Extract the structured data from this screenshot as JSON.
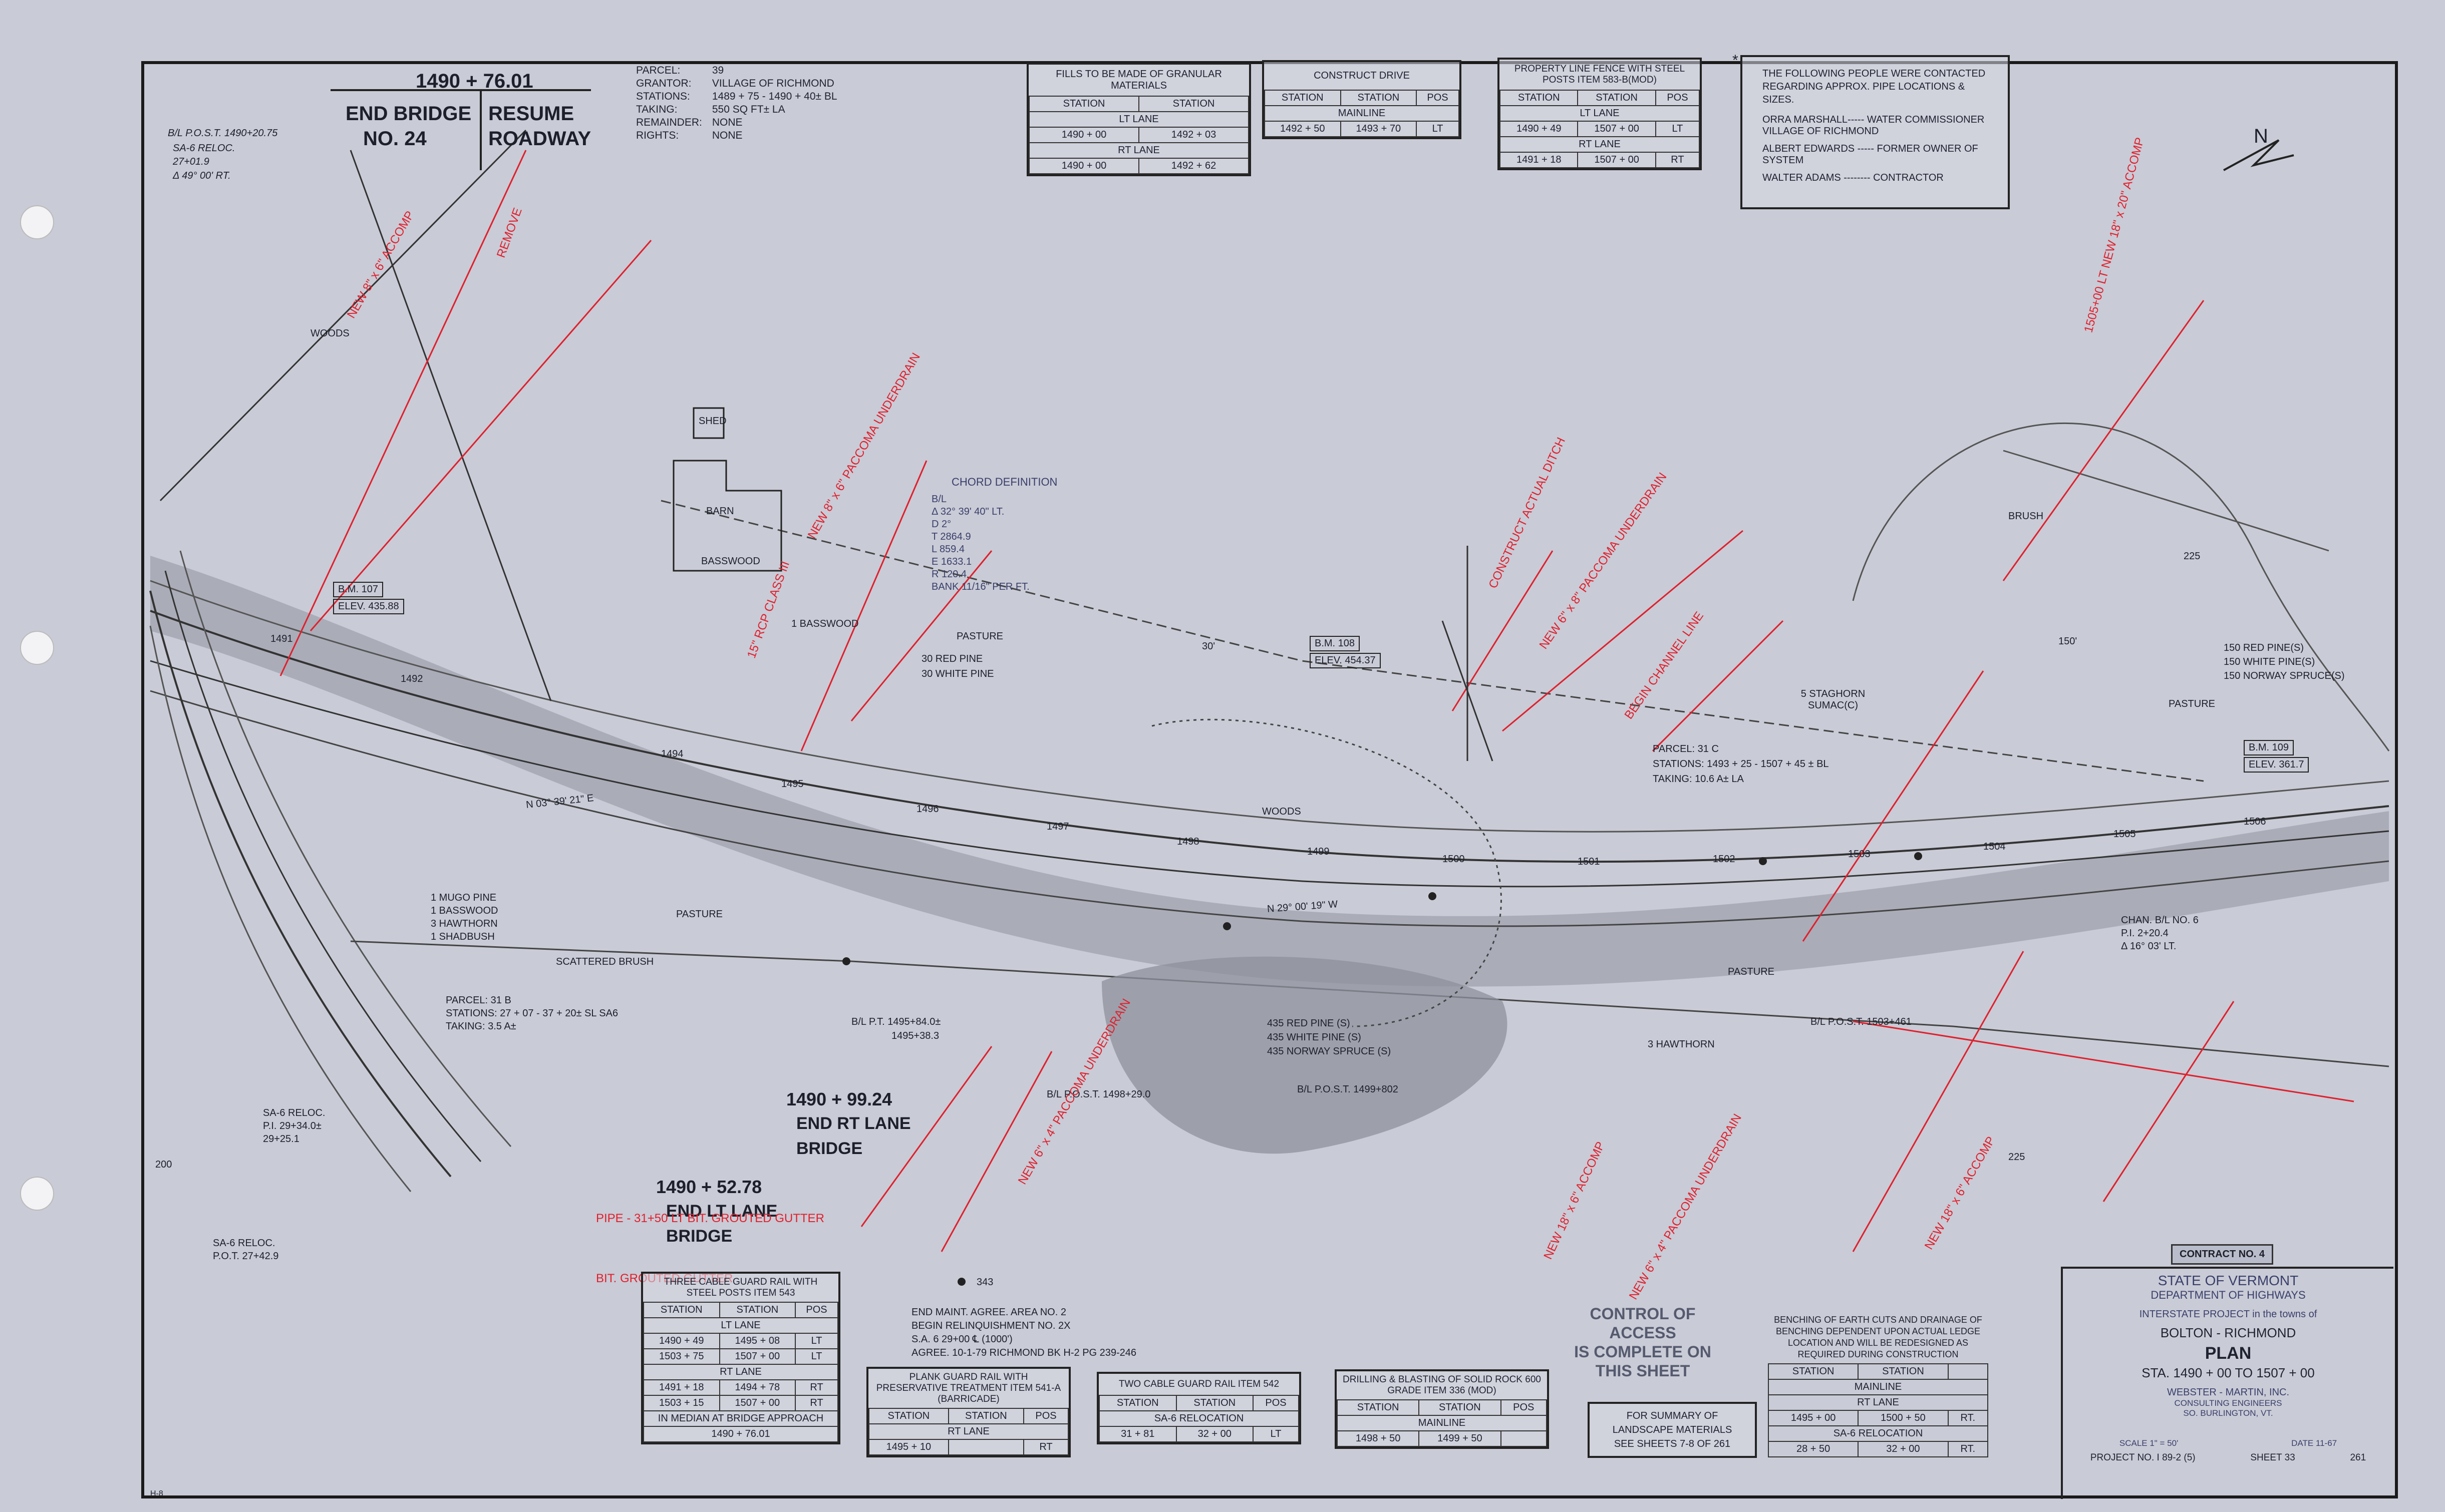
{
  "colors": {
    "paper": "#c9cbd6",
    "ink": "#1d1f2a",
    "redline": "#e0202c",
    "road": "#9fa2ad"
  },
  "title_left": {
    "station": "1490 + 76.01",
    "end_bridge": "END BRIDGE",
    "no": "NO. 24",
    "resume": "RESUME",
    "roadway": "ROADWAY"
  },
  "parcel_info_top": {
    "labels": [
      "PARCEL:",
      "GRANTOR:",
      "STATIONS:",
      "TAKING:",
      "REMAINDER:",
      "RIGHTS:"
    ],
    "values": [
      "39",
      "VILLAGE OF RICHMOND",
      "1489 + 75 - 1490 + 40± BL",
      "550 SQ FT± LA",
      "NONE",
      "NONE"
    ]
  },
  "fills_box": {
    "title": "FILLS TO BE MADE OF GRANULAR MATERIALS",
    "headers": [
      "STATION",
      "STATION"
    ],
    "lt_lane": "LT LANE",
    "lt_row": [
      "1490 + 00",
      "1492 + 03"
    ],
    "rt_lane": "RT LANE",
    "rt_row": [
      "1490 + 00",
      "1492 + 62"
    ]
  },
  "construct_drive": {
    "title": "CONSTRUCT DRIVE",
    "headers": [
      "STATION",
      "STATION",
      "POS"
    ],
    "mainline": "MAINLINE",
    "row": [
      "1492 + 50",
      "1493 + 70",
      "LT"
    ]
  },
  "fence_box": {
    "title": "PROPERTY LINE FENCE WITH STEEL POSTS ITEM 583-B(MOD)",
    "headers": [
      "STATION",
      "STATION",
      "POS"
    ],
    "lt_lane": "LT LANE",
    "lt_row": [
      "1490 + 49",
      "1507 + 00",
      "LT"
    ],
    "rt_lane": "RT LANE",
    "rt_row": [
      "1491 + 18",
      "1507 + 00",
      "RT"
    ]
  },
  "contacts": {
    "star": "*",
    "intro": "THE FOLLOWING PEOPLE WERE CONTACTED REGARDING APPROX. PIPE LOCATIONS & SIZES.",
    "lines": [
      "ORRA MARSHALL----- WATER COMMISSIONER VILLAGE OF RICHMOND",
      "ALBERT EDWARDS ----- FORMER OWNER OF SYSTEM",
      "WALTER ADAMS -------- CONTRACTOR"
    ]
  },
  "map_labels": {
    "bl_post": "B/L P.O.S.T. 1490+20.75",
    "sa6_reloc": "SA-6 RELOC.",
    "sa6_val": "27+01.9",
    "delta": "Δ 49° 00' RT.",
    "woods": "WOODS",
    "shed": "SHED",
    "barn": "BARN",
    "basswood": "1 BASSWOOD",
    "basswood2": "BASSWOOD",
    "pasture": "PASTURE",
    "red_pine": "30 RED PINE",
    "white_pine": "30 WHITE PINE",
    "bm107": "B.M. 107",
    "elev107": "ELEV. 435.88",
    "bm108": "B.M. 108",
    "elev108": "ELEV. 454.37",
    "bm109": "B.M. 109",
    "elev109": "ELEV. 361.7",
    "staghorn": "5 STAGHORN SUMAC(C)",
    "parcel31c": "PARCEL: 31 C",
    "stations31c": "STATIONS: 1493 + 25 - 1507 + 45 ± BL",
    "taking31c": "TAKING: 10.6 A± LA",
    "pines_right": [
      "150 RED PINE(S)",
      "150 WHITE PINE(S)",
      "150 NORWAY SPRUCE(S)"
    ],
    "chord_title": "CHORD DEFINITION",
    "chord_lines": [
      "B/L",
      "Δ 32° 39' 40\" LT.",
      "D 2°",
      "T 2864.9",
      "L 859.4",
      "E 1633.1",
      "R 120.4",
      "BANK 11/16\" PER FT."
    ],
    "bearing1": "N 29° 00' 19\" W",
    "bearing2": "N 03° 39' 21\" E",
    "brush": "BRUSH",
    "scattered_brush": "SCATTERED BRUSH",
    "muso": [
      "1 MUGO PINE",
      "1 BASSWOOD",
      "3 HAWTHORN",
      "1 SHADBUSH"
    ],
    "parcel31b": "PARCEL: 31 B",
    "stations31b": "STATIONS: 27 + 07 - 37 + 20± SL SA6",
    "taking31b": "TAKING: 3.5 A±",
    "pines_mid": [
      "435 RED PINE (S)",
      "435 WHITE PINE (S)",
      "435 NORWAY SPRUCE (S)"
    ],
    "hawthorn3": "3 HAWTHORN",
    "bl_pt": "B/L P.T. 1495+84.0±",
    "bl_pt2": "1495+38.3",
    "bl_post1498": "B/L P.O.S.T. 1498+29.0",
    "bl_post1499": "B/L P.O.S.T. 1499+802",
    "bl_post1503": "B/L P.O.S.T. 1503+461",
    "chan_bl": "CHAN. B/L NO. 6",
    "chan_pi": "P.I. 2+20.4",
    "chan_delta": "Δ 16° 03' LT.",
    "end_rt_station": "1490 + 99.24",
    "end_rt_1": "END RT LANE",
    "end_rt_2": "BRIDGE",
    "end_lt_station": "1490 + 52.78",
    "end_lt_1": "END LT LANE",
    "end_lt_2": "BRIDGE",
    "sa6_reloc_pi": "SA-6 RELOC.",
    "sa6_pi": "P.I. 29+34.0±",
    "sa6_pi2": "29+25.1",
    "sa6_pot": "SA-6 RELOC.",
    "sa6_pot2": "P.O.T. 27+42.9",
    "end_maint": "END MAINT. AGREE. AREA NO. 2",
    "begin_relinq": "BEGIN RELINQUISHMENT NO. 2X",
    "sa6_agree": "S.A. 6 29+00 ℄ (1000')",
    "agree_date": "AGREE. 10-1-79 RICHMOND BK H-2 PG 239-246",
    "point343": "343",
    "north": "N",
    "stations": [
      "1491",
      "1492",
      "1494",
      "1495",
      "1496",
      "1497",
      "1498",
      "1499",
      "1500",
      "1501",
      "1502",
      "1503",
      "1504",
      "1505",
      "1506"
    ],
    "contour_225a": "225",
    "contour_225b": "225",
    "contour_200": "200",
    "contour_30": "30'",
    "cable_mark": "150'"
  },
  "guardrail_three": {
    "title": "THREE CABLE GUARD RAIL WITH STEEL POSTS ITEM 543",
    "headers": [
      "STATION",
      "STATION",
      "POS"
    ],
    "lt_lane": "LT LANE",
    "lt_rows": [
      [
        "1490 + 49",
        "1495 + 08",
        "LT"
      ],
      [
        "1503 + 75",
        "1507 + 00",
        "LT"
      ]
    ],
    "rt_lane": "RT LANE",
    "rt_rows": [
      [
        "1491 + 18",
        "1494 + 78",
        "RT"
      ],
      [
        "1503 + 15",
        "1507 + 00",
        "RT"
      ]
    ],
    "median": "IN MEDIAN AT BRIDGE APPROACH",
    "median_val": "1490 + 76.01"
  },
  "plank_guardrail": {
    "title": "PLANK GUARD RAIL WITH PRESERVATIVE TREATMENT ITEM 541-A (BARRICADE)",
    "headers": [
      "STATION",
      "STATION",
      "POS"
    ],
    "rt_lane": "RT LANE",
    "row": [
      "1495 + 10",
      "",
      "RT"
    ]
  },
  "two_cable": {
    "title": "TWO CABLE GUARD RAIL ITEM 542",
    "headers": [
      "STATION",
      "STATION",
      "POS"
    ],
    "sub": "SA-6 RELOCATION",
    "row": [
      "31 + 81",
      "32 + 00",
      "LT"
    ]
  },
  "drilling": {
    "title": "DRILLING & BLASTING OF SOLID ROCK 600 GRADE ITEM 336 (MOD)",
    "headers": [
      "STATION",
      "STATION",
      "POS"
    ],
    "sub": "MAINLINE",
    "row": [
      "1498 + 50",
      "1499 + 50",
      ""
    ]
  },
  "control_access": [
    "CONTROL OF ACCESS",
    "IS COMPLETE ON",
    "THIS SHEET"
  ],
  "summary": [
    "FOR SUMMARY OF",
    "LANDSCAPE MATERIALS",
    "SEE SHEETS 7-8 OF 261"
  ],
  "benching": {
    "note": "BENCHING OF EARTH CUTS AND DRAINAGE OF BENCHING DEPENDENT UPON ACTUAL LEDGE LOCATION AND WILL BE REDESIGNED AS REQUIRED DURING CONSTRUCTION",
    "headers": [
      "STATION",
      "STATION",
      ""
    ],
    "mainline": "MAINLINE",
    "rt_lane": "RT LANE",
    "row1": [
      "1495 + 00",
      "1500 + 50",
      "RT."
    ],
    "sa6": "SA-6 RELOCATION",
    "row2": [
      "28 + 50",
      "32 + 00",
      "RT."
    ]
  },
  "title_block": {
    "contract": "CONTRACT NO. 4",
    "state": "STATE OF VERMONT",
    "dept": "DEPARTMENT OF HIGHWAYS",
    "project": "INTERSTATE PROJECT in the towns of",
    "towns": "BOLTON - RICHMOND",
    "plan": "PLAN",
    "sta": "STA. 1490 + 00 TO 1507 + 00",
    "firm": "WEBSTER - MARTIN, INC.",
    "firm2": "CONSULTING ENGINEERS",
    "firm3": "SO. BURLINGTON, VT.",
    "project_no": "PROJECT NO. I 89-2 (5)",
    "sheet": "SHEET 33",
    "of": "261",
    "scale": "SCALE 1\" = 50'",
    "date": "DATE 11-67"
  },
  "red_annotations": [
    "NEW 8\" x 6\" ACCOMP",
    "REMOVE",
    "NEW 8\" x 6\" PACCOMA UNDERDRAIN",
    "NEW 6\" x 8\" PACCOMA UNDERDRAIN",
    "CONSTRUCT ACTUAL DITCH",
    "BEGIN CHANNEL LINE",
    "NEW 18\" x 6\" ACCOMP",
    "15\" RCP CLASS III",
    "NEW 6\" x 4\" PACCOMA UNDERDRAIN",
    "NEW 18\" x 6\" ACCOMP",
    "PIPE - 31+50 LT BIT. GROUTED GUTTER",
    "BIT. GROUTED GUTTER",
    "NEW 6\" x 4\" PACCOMA UNDERDRAIN",
    "1505+00 LT NEW 18\" x 20\" ACCOMP"
  ],
  "footer_left": "H-8"
}
